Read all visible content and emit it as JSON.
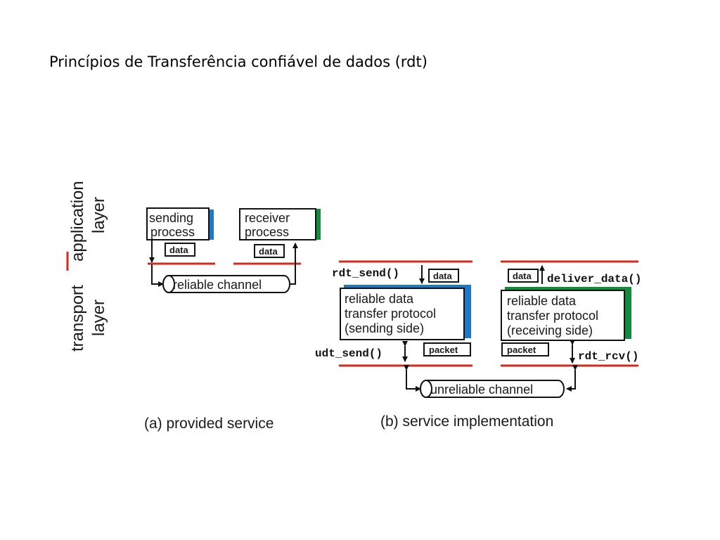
{
  "title": "Princípios de Transferência confiável de dados (rdt)",
  "layers": {
    "application": "application",
    "application_layer": "layer",
    "transport": "transport",
    "transport_layer": "layer"
  },
  "panel_a": {
    "sender_line1": "sending",
    "sender_line2": "process",
    "receiver_line1": "receiver",
    "receiver_line2": "process",
    "data_left": "data",
    "data_right": "data",
    "channel": "reliable channel",
    "caption": "(a)  provided service"
  },
  "panel_b": {
    "rdt_send": "rdt_send()",
    "data_send": "data",
    "sender_line1": "reliable data",
    "sender_line2": "transfer protocol",
    "sender_line3": "(sending side)",
    "udt_send": "udt_send()",
    "packet_send": "packet",
    "deliver_data": "deliver_data()",
    "data_recv": "data",
    "receiver_line1": "reliable data",
    "receiver_line2": "transfer protocol",
    "receiver_line3": "(receiving side)",
    "packet_recv": "packet",
    "rdt_rcv": "rdt_rcv()",
    "channel": "unreliable channel",
    "caption": "(b) service implementation"
  },
  "colors": {
    "layer_line": "#d42a1e",
    "sender_accent": "#1e78c8",
    "receiver_accent": "#148a3c",
    "ink": "#111111"
  }
}
